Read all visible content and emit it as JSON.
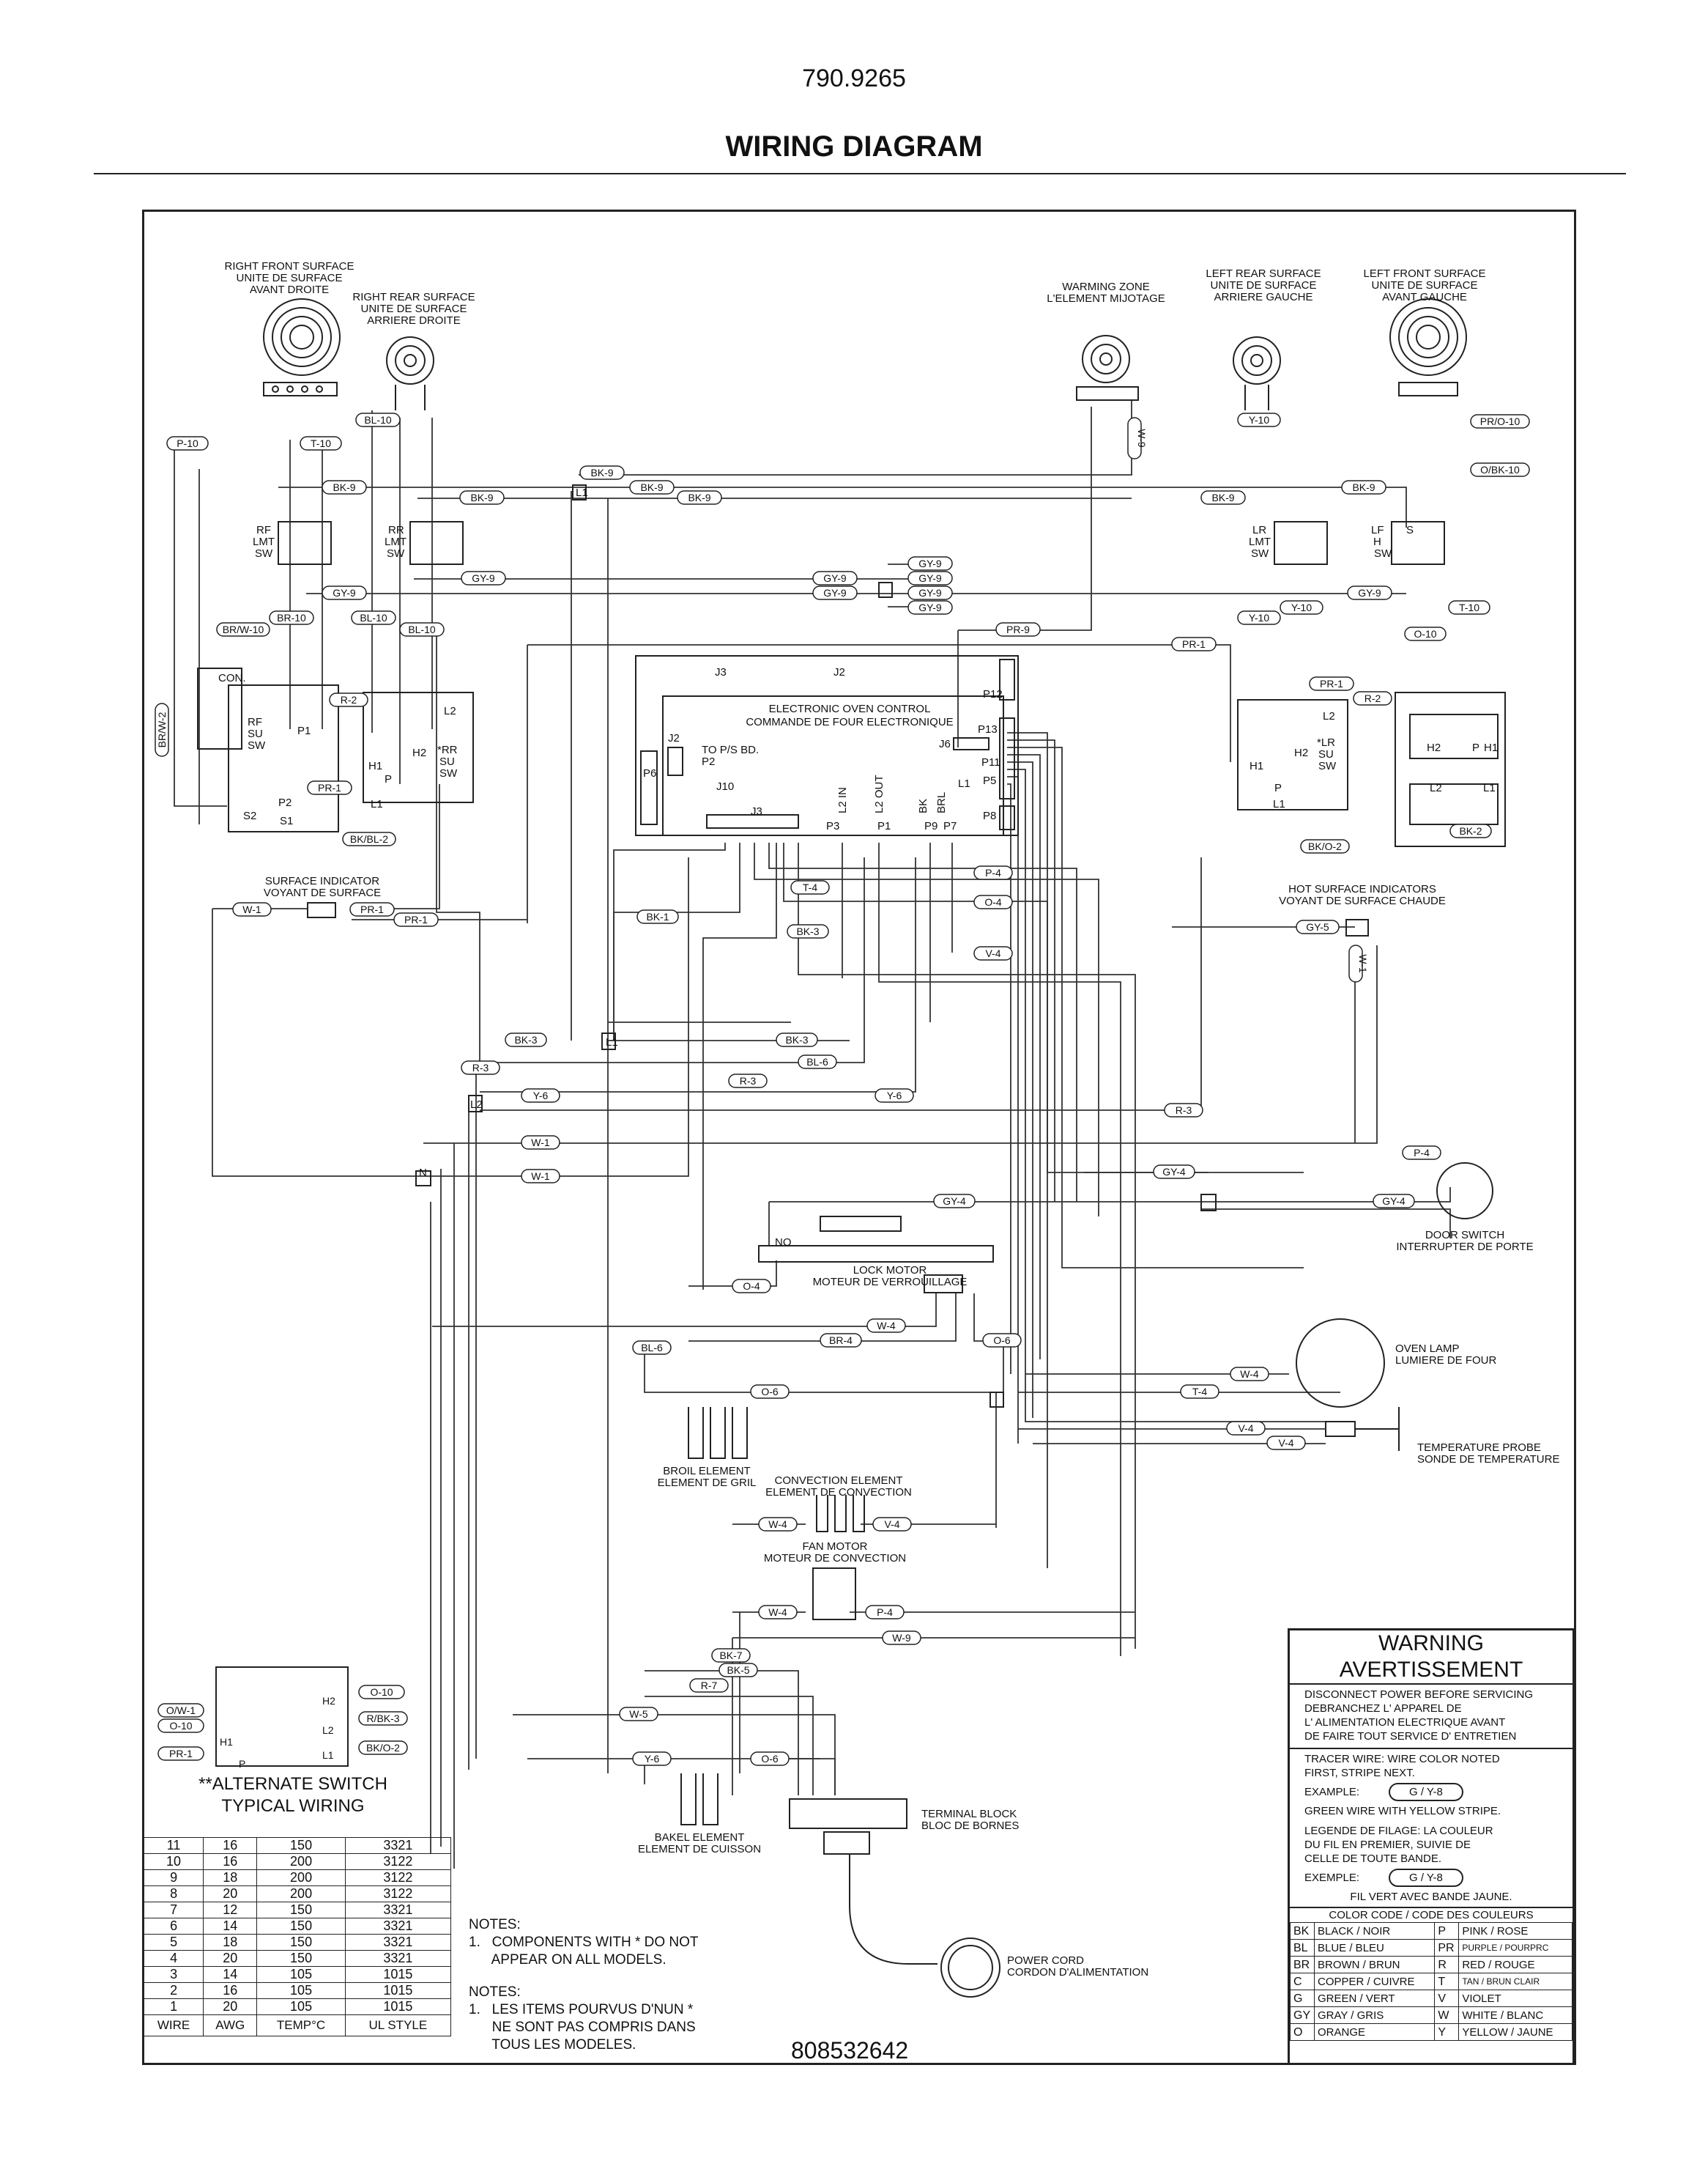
{
  "header": {
    "model": "790.9265",
    "title": "WIRING DIAGRAM"
  },
  "components": {
    "rf_surface": [
      "RIGHT FRONT SURFACE",
      "UNITE DE SURFACE",
      "AVANT DROITE"
    ],
    "rr_surface": [
      "RIGHT REAR SURFACE",
      "UNITE DE SURFACE",
      "ARRIERE DROITE"
    ],
    "warming_zone": [
      "WARMING ZONE",
      "L'ELEMENT MIJOTAGE"
    ],
    "lr_surface": [
      "LEFT REAR SURFACE",
      "UNITE DE SURFACE",
      "ARRIERE GAUCHE"
    ],
    "lf_surface": [
      "LEFT FRONT SURFACE",
      "UNITE DE SURFACE",
      "AVANT GAUCHE"
    ],
    "eoc": [
      "ELECTRONIC OVEN CONTROL",
      "COMMANDE DE FOUR ELECTRONIQUE"
    ],
    "surface_indicator": [
      "SURFACE INDICATOR",
      "VOYANT DE SURFACE"
    ],
    "hot_surface": [
      "HOT SURFACE INDICATORS",
      "VOYANT DE SURFACE CHAUDE"
    ],
    "door_switch": [
      "DOOR SWITCH",
      "INTERRUPTER DE PORTE"
    ],
    "lock_motor": [
      "LOCK MOTOR",
      "MOTEUR DE VERROUILLAGE"
    ],
    "oven_lamp": [
      "OVEN LAMP",
      "LUMIERE DE FOUR"
    ],
    "temp_probe": [
      "TEMPERATURE PROBE",
      "SONDE DE TEMPERATURE"
    ],
    "broil": [
      "BROIL ELEMENT",
      "ELEMENT DE GRIL"
    ],
    "convection": [
      "CONVECTION ELEMENT",
      "ELEMENT DE CONVECTION"
    ],
    "fan_motor": [
      "FAN MOTOR",
      "MOTEUR DE CONVECTION"
    ],
    "bake": [
      "BAKEL ELEMENT",
      "ELEMENT DE CUISSON"
    ],
    "terminal_block": [
      "TERMINAL BLOCK",
      "BLOC DE BORNES"
    ],
    "power_cord": [
      "POWER CORD",
      "CORDON D'ALIMENTATION"
    ]
  },
  "wire_labels": {
    "p10": "P-10",
    "t10": "T-10",
    "bl10": "BL-10",
    "bk9": "BK-9",
    "gy9": "GY-9",
    "br10": "BR-10",
    "brw10": "BR/W-10",
    "brw2": "BR/W-2",
    "r2": "R-2",
    "pr1": "PR-1",
    "bkbl2": "BK/BL-2",
    "y10": "Y-10",
    "pro10": "PR/O-10",
    "obk10": "O/BK-10",
    "pr9": "PR-9",
    "o10": "O-10",
    "bko2": "BK/O-2",
    "bk2": "BK-2",
    "w9": "W-9",
    "w1": "W-1",
    "bk1": "BK-1",
    "bk3": "BK-3",
    "t4": "T-4",
    "p4": "P-4",
    "o4": "O-4",
    "v4": "V-4",
    "gy5": "GY-5",
    "bl6": "BL-6",
    "r3": "R-3",
    "y6": "Y-6",
    "gy4": "GY-4",
    "w4": "W-4",
    "br4": "BR-4",
    "o6": "O-6",
    "bk7": "BK-7",
    "bk5": "BK-5",
    "r7": "R-7",
    "w5": "W-5",
    "gy": "GY-4"
  },
  "eoc_pins": {
    "j3": "J3",
    "j2": "J2",
    "p12": "P12",
    "p13": "P13",
    "j6": "J6",
    "p11": "P11",
    "p5": "P5",
    "p8": "P8",
    "p6": "P6",
    "j10": "J10",
    "p3": "P3",
    "p1": "P1",
    "p9": "P9",
    "p7": "P7",
    "l2in": "L2 IN",
    "l2out": "L2 OUT",
    "bk": "BK",
    "brl": "BRL",
    "l1": "L1",
    "tops": "TO P/S BD.",
    "p2": "P2"
  },
  "switch_labels": {
    "rf_lmt": [
      "RF",
      "LMT",
      "SW"
    ],
    "rr_lmt": [
      "RR",
      "LMT",
      "SW"
    ],
    "lr_lmt": [
      "LR",
      "LMT",
      "SW"
    ],
    "lf_hs": [
      "LF",
      "H",
      "S",
      "SW"
    ],
    "rf_su": [
      "RF",
      "SU",
      "SW"
    ],
    "rr_su": [
      "*RR",
      "SU",
      "SW"
    ],
    "lr_su": [
      "*LR",
      "SU",
      "SW"
    ],
    "con": "CON.",
    "h1": "H1",
    "h2": "H2",
    "l1": "L1",
    "l2": "L2",
    "p": "P",
    "n": "N",
    "no": "NO",
    "s1": "S1",
    "s2": "S2",
    "p1": "P1",
    "p2": "P2",
    "s": "S"
  },
  "alt_switch": {
    "title": [
      "**ALTERNATE SWITCH",
      "TYPICAL WIRING"
    ],
    "labels": [
      "O/W-1",
      "O-10",
      "PR-1",
      "O-10",
      "R/BK-3",
      "BK/O-2"
    ],
    "pins": [
      "H2",
      "L2",
      "L1",
      "H1",
      "P"
    ]
  },
  "wire_table": {
    "header": [
      "WIRE",
      "AWG",
      "TEMP°C",
      "UL STYLE"
    ],
    "rows": [
      [
        "11",
        "16",
        "150",
        "3321"
      ],
      [
        "10",
        "16",
        "200",
        "3122"
      ],
      [
        "9",
        "18",
        "200",
        "3122"
      ],
      [
        "8",
        "20",
        "200",
        "3122"
      ],
      [
        "7",
        "12",
        "150",
        "3321"
      ],
      [
        "6",
        "14",
        "150",
        "3321"
      ],
      [
        "5",
        "18",
        "150",
        "3321"
      ],
      [
        "4",
        "20",
        "150",
        "3321"
      ],
      [
        "3",
        "14",
        "105",
        "1015"
      ],
      [
        "2",
        "16",
        "105",
        "1015"
      ],
      [
        "1",
        "20",
        "105",
        "1015"
      ]
    ]
  },
  "notes": {
    "en_title": "NOTES:",
    "en": [
      "1.   COMPONENTS WITH * DO NOT",
      "      APPEAR ON ALL MODELS."
    ],
    "fr_title": "NOTES:",
    "fr": [
      "1.   LES ITEMS POURVUS D'NUN *",
      "      NE SONT PAS COMPRIS DANS",
      "      TOUS LES MODELES."
    ]
  },
  "part_number": "808532642",
  "warning": {
    "title": [
      "WARNING",
      "AVERTISSEMENT"
    ],
    "en": "DISCONNECT POWER BEFORE SERVICING",
    "fr": [
      "DEBRANCHEZ  L' APPAREL DE",
      "L' ALIMENTATION  ELECTRIQUE  AVANT",
      "DE  FAIRE  TOUT  SERVICE  D' ENTRETIEN"
    ],
    "tracer": [
      "TRACER WIRE:  WIRE COLOR NOTED",
      "FIRST, STRIPE NEXT."
    ],
    "example_label": "EXAMPLE:",
    "example_value": "G / Y-8",
    "example_desc": "GREEN WIRE WITH YELLOW STRIPE.",
    "legend": [
      "LEGENDE DE FILAGE:  LA COULEUR",
      "DU FIL  EN  PREMIER,  SUIVIE  DE",
      "CELLE  DE  TOUTE  BANDE."
    ],
    "exemple_label": "EXEMPLE:",
    "exemple_value": "G / Y-8",
    "exemple_desc": "FIL  VERT  AVEC  BANDE  JAUNE.",
    "color_header": "COLOR CODE / CODE  DES  COULEURS",
    "colors": [
      [
        "BK",
        "BLACK / NOIR",
        "P",
        "PINK / ROSE"
      ],
      [
        "BL",
        "BLUE / BLEU",
        "PR",
        "PURPLE / POURPRC"
      ],
      [
        "BR",
        "BROWN / BRUN",
        "R",
        "RED / ROUGE"
      ],
      [
        "C",
        "COPPER / CUIVRE",
        "T",
        "TAN / BRUN CLAIR"
      ],
      [
        "G",
        "GREEN / VERT",
        "V",
        "VIOLET"
      ],
      [
        "GY",
        "GRAY / GRIS",
        "W",
        "WHITE / BLANC"
      ],
      [
        "O",
        "ORANGE",
        "Y",
        "YELLOW / JAUNE"
      ]
    ]
  }
}
